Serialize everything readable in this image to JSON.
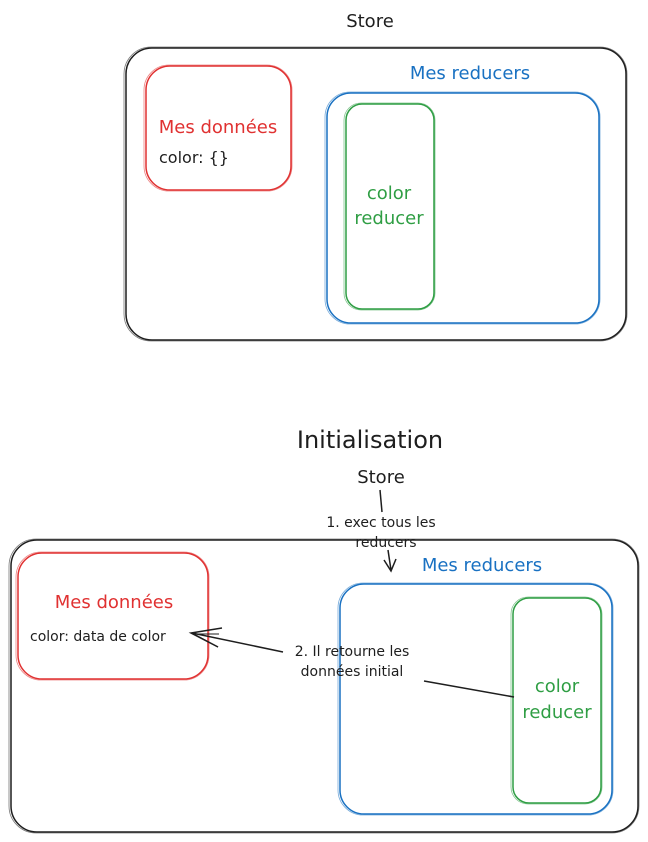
{
  "colors": {
    "ink": "#1e1e1e",
    "red": "#e03131",
    "blue": "#1971c2",
    "green": "#2f9e44",
    "background": "#ffffff"
  },
  "top_diagram": {
    "store_label": "Store",
    "data_box": {
      "title": "Mes données",
      "content": "color: {}"
    },
    "reducers_box": {
      "title": "Mes reducers",
      "reducer_line1": "color",
      "reducer_line2": "reducer"
    }
  },
  "bottom_diagram": {
    "section_title": "Initialisation",
    "store_label": "Store",
    "step1_line1": "1. exec tous les",
    "step1_line2": "reducers",
    "data_box": {
      "title": "Mes données",
      "content": "color: data de color"
    },
    "reducers_box": {
      "title": "Mes reducers",
      "reducer_line1": "color",
      "reducer_line2": "reducer"
    },
    "step2_line1": "2. Il retourne les",
    "step2_line2": "données initial"
  }
}
